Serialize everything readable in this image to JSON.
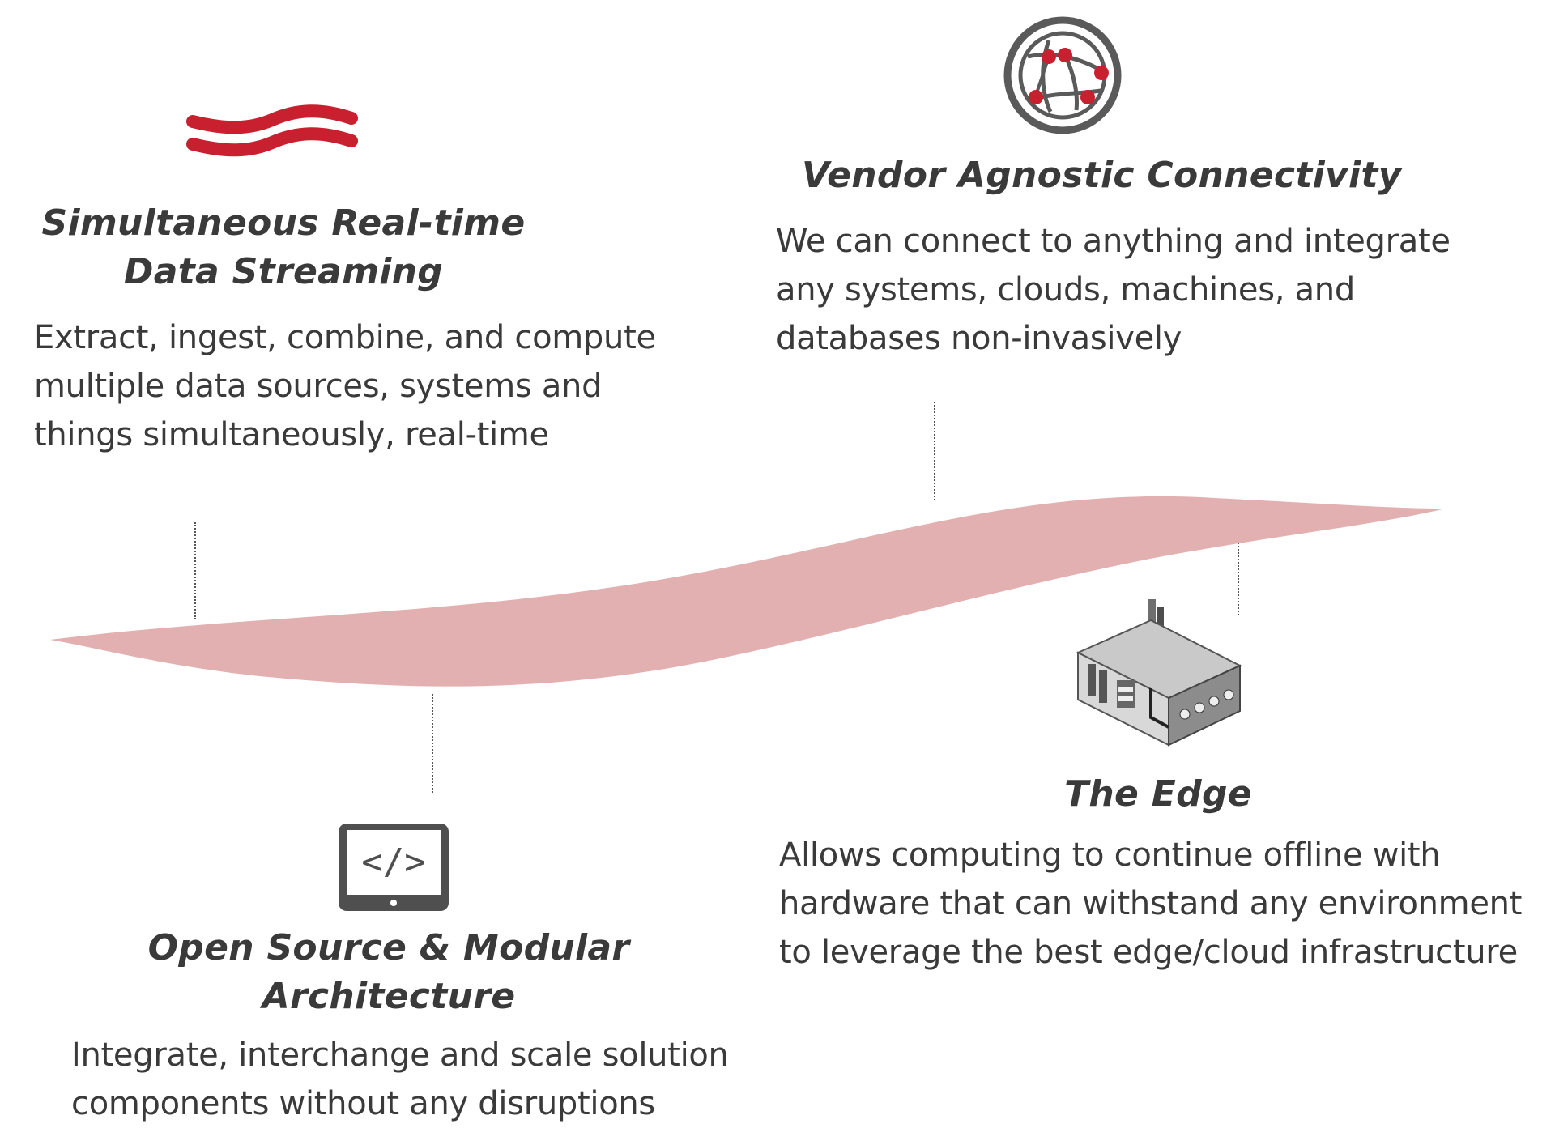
{
  "colors": {
    "accent_red": "#c8202f",
    "band_pink": "#e3b0b1",
    "text_dark": "#3a3a3a",
    "icon_gray": "#5a5a5a"
  },
  "features": {
    "streaming": {
      "icon": "stream-waves-icon",
      "title_lines": [
        "Simultaneous Real-time",
        "Data Streaming"
      ],
      "desc_lines": [
        "Extract, ingest, combine, and compute",
        "multiple data sources, systems and",
        "things simultaneously, real-time"
      ]
    },
    "vendor": {
      "icon": "globe-network-icon",
      "title_lines": [
        "Vendor Agnostic Connectivity"
      ],
      "desc_lines": [
        "We can connect to anything and integrate",
        "any systems, clouds, machines, and",
        "databases non-invasively"
      ]
    },
    "edge": {
      "icon": "factory-icon",
      "title_lines": [
        "The Edge"
      ],
      "desc_lines": [
        "Allows computing to continue offline with",
        "hardware that can withstand any environment",
        "to leverage the best edge/cloud infrastructure"
      ]
    },
    "open_source": {
      "icon": "code-tablet-icon",
      "icon_glyph": "</>",
      "title_lines": [
        "Open Source & Modular",
        "Architecture"
      ],
      "desc_lines": [
        "Integrate, interchange and scale solution",
        "components without any disruptions"
      ]
    }
  }
}
